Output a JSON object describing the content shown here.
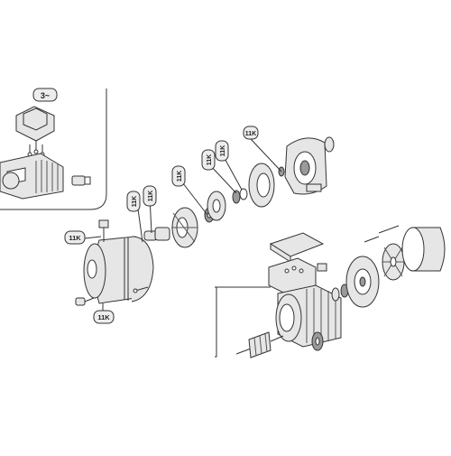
{
  "diagram": {
    "inset_label": "3~",
    "callouts": [
      {
        "id": "callout-1",
        "text": "11K"
      },
      {
        "id": "callout-2",
        "text": "11K"
      },
      {
        "id": "callout-3",
        "text": "11K"
      },
      {
        "id": "callout-4",
        "text": "11K"
      },
      {
        "id": "callout-5",
        "text": "11K"
      },
      {
        "id": "callout-6",
        "text": "11K"
      },
      {
        "id": "callout-7",
        "text": "11K"
      },
      {
        "id": "callout-8",
        "text": "11K"
      }
    ]
  }
}
